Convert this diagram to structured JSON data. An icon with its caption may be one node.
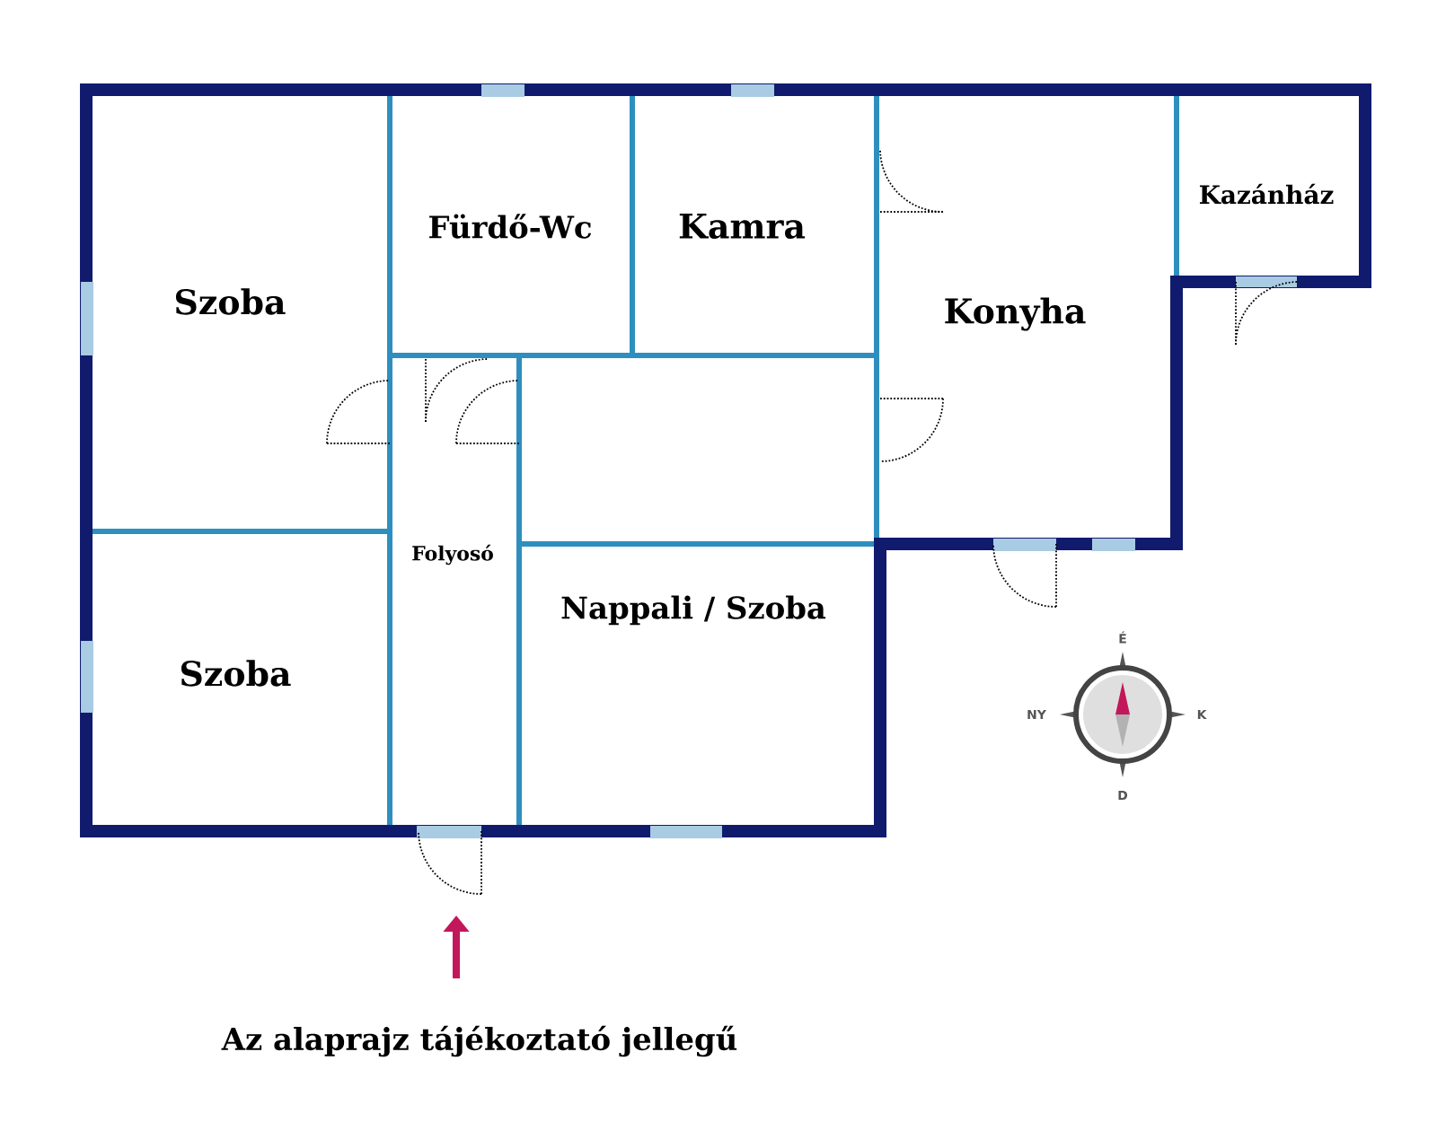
{
  "diagram": {
    "caption": "Az alaprajz tájékoztató jellegű",
    "labels": [
      "Fürdő-Wc",
      "Kamra",
      "Kazánház",
      "Szoba",
      "Konyha",
      "Folyosó",
      "Nappali / Szoba",
      "Szoba",
      "É",
      "NY",
      "K",
      "D"
    ]
  }
}
